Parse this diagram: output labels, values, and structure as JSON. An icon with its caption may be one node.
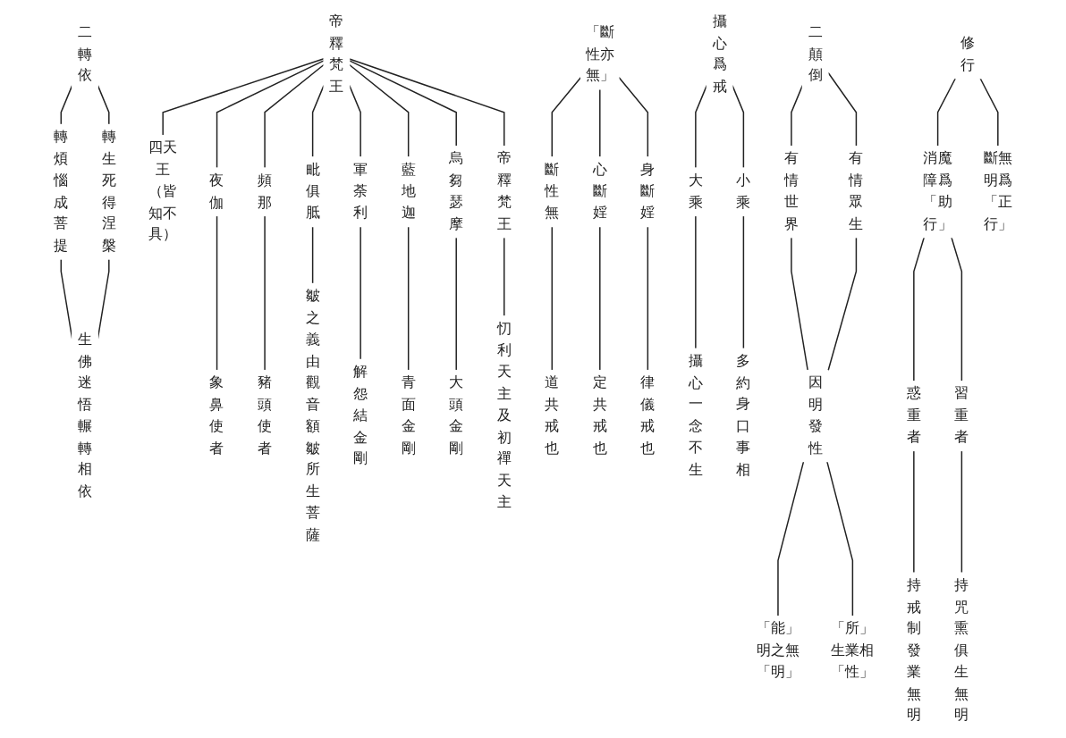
{
  "diagram": {
    "nodes": [
      {
        "text": [
          "修行"
        ]
      },
      {
        "text": [
          "斷無明爲「正行」"
        ]
      },
      {
        "text": [
          "消魔障爲「助行」"
        ]
      },
      {
        "text": [
          "惑重者"
        ]
      },
      {
        "text": [
          "持戒制發業無明"
        ]
      },
      {
        "text": [
          "習重者"
        ]
      },
      {
        "text": [
          "持咒熏俱生無明"
        ]
      },
      {
        "text": [
          "攝心爲戒"
        ]
      },
      {
        "text": [
          "小乘"
        ]
      },
      {
        "text": [
          "多約身口事相"
        ]
      },
      {
        "text": [
          "大乘"
        ]
      },
      {
        "text": [
          "攝心一念不生"
        ]
      },
      {
        "text": [
          "「斷性亦無」"
        ]
      },
      {
        "text": [
          "身斷婬"
        ]
      },
      {
        "text": [
          "律儀戒也"
        ]
      },
      {
        "text": [
          "心斷婬"
        ]
      },
      {
        "text": [
          "定共戒也"
        ]
      },
      {
        "text": [
          "斷性無"
        ]
      },
      {
        "text": [
          "道共戒也"
        ]
      },
      {
        "text": [
          "帝釋梵王"
        ]
      },
      {
        "text": [
          "帝釋梵王"
        ]
      },
      {
        "text": [
          "忉利天主及初禪天主"
        ]
      },
      {
        "text": [
          "烏芻瑟摩"
        ]
      },
      {
        "text": [
          "大頭金剛"
        ]
      },
      {
        "text": [
          "藍地迦"
        ]
      },
      {
        "text": [
          "青面金剛"
        ]
      },
      {
        "text": [
          "軍荼利"
        ]
      },
      {
        "text": [
          "解怨結金剛"
        ]
      },
      {
        "text": [
          "毗俱胝"
        ]
      },
      {
        "text": [
          "皺之義由觀音額皺所生菩薩"
        ]
      },
      {
        "text": [
          "頻那"
        ]
      },
      {
        "text": [
          "豬頭使者"
        ]
      },
      {
        "text": [
          "夜伽"
        ]
      },
      {
        "text": [
          "象鼻使者"
        ]
      },
      {
        "text": [
          "四天王（皆知不具）"
        ]
      },
      {
        "text": [
          "二轉依"
        ]
      },
      {
        "text": [
          "轉煩惱成菩提"
        ]
      },
      {
        "text": [
          "轉生死得涅槃"
        ]
      },
      {
        "text": [
          "生佛迷悟輾轉相依"
        ]
      },
      {
        "text": [
          "二顛倒"
        ]
      },
      {
        "text": [
          "有情世界"
        ]
      },
      {
        "text": [
          "有情眾生"
        ]
      },
      {
        "text": [
          "因明發性"
        ]
      },
      {
        "text": [
          "「能」明之無「明」"
        ]
      },
      {
        "text": [
          "「所」生業相「性」"
        ]
      }
    ],
    "edges": [
      {
        "from": 0,
        "to": 1,
        "arrow": "none"
      },
      {
        "from": 0,
        "to": 2,
        "arrow": "none"
      },
      {
        "from": 2,
        "to": 3,
        "arrow": "none"
      },
      {
        "from": 2,
        "to": 5,
        "arrow": "none"
      },
      {
        "from": 3,
        "to": 4,
        "arrow": "none"
      },
      {
        "from": 5,
        "to": 6,
        "arrow": "none"
      },
      {
        "from": 7,
        "to": 8,
        "arrow": "none"
      },
      {
        "from": 7,
        "to": 10,
        "arrow": "none"
      },
      {
        "from": 8,
        "to": 9,
        "arrow": "none"
      },
      {
        "from": 10,
        "to": 11,
        "arrow": "none"
      },
      {
        "from": 12,
        "to": 13,
        "arrow": "none"
      },
      {
        "from": 12,
        "to": 15,
        "arrow": "none"
      },
      {
        "from": 12,
        "to": 17,
        "arrow": "none"
      },
      {
        "from": 13,
        "to": 14,
        "arrow": "none"
      },
      {
        "from": 15,
        "to": 16,
        "arrow": "none"
      },
      {
        "from": 17,
        "to": 18,
        "arrow": "none"
      },
      {
        "from": 19,
        "to": 20,
        "arrow": "none"
      },
      {
        "from": 19,
        "to": 22,
        "arrow": "none"
      },
      {
        "from": 19,
        "to": 24,
        "arrow": "none"
      },
      {
        "from": 19,
        "to": 26,
        "arrow": "none"
      },
      {
        "from": 19,
        "to": 28,
        "arrow": "none"
      },
      {
        "from": 19,
        "to": 30,
        "arrow": "none"
      },
      {
        "from": 19,
        "to": 32,
        "arrow": "none"
      },
      {
        "from": 19,
        "to": 34,
        "arrow": "none"
      },
      {
        "from": 20,
        "to": 21,
        "arrow": "none"
      },
      {
        "from": 22,
        "to": 23,
        "arrow": "none"
      },
      {
        "from": 24,
        "to": 25,
        "arrow": "none"
      },
      {
        "from": 26,
        "to": 27,
        "arrow": "none"
      },
      {
        "from": 28,
        "to": 29,
        "arrow": "none"
      },
      {
        "from": 30,
        "to": 31,
        "arrow": "none"
      },
      {
        "from": 32,
        "to": 33,
        "arrow": "none"
      },
      {
        "from": 35,
        "to": 36,
        "arrow": "none"
      },
      {
        "from": 35,
        "to": 37,
        "arrow": "none"
      },
      {
        "from": 36,
        "to": 38,
        "arrow": "none"
      },
      {
        "from": 37,
        "to": 38,
        "arrow": "none"
      },
      {
        "from": 39,
        "to": 40,
        "arrow": "none"
      },
      {
        "from": 39,
        "to": 41,
        "arrow": "none"
      },
      {
        "from": 40,
        "to": 42,
        "arrow": "none"
      },
      {
        "from": 41,
        "to": 42,
        "arrow": "none"
      },
      {
        "from": 42,
        "to": 43,
        "arrow": "none"
      },
      {
        "from": 42,
        "to": 44,
        "arrow": "none"
      }
    ]
  }
}
